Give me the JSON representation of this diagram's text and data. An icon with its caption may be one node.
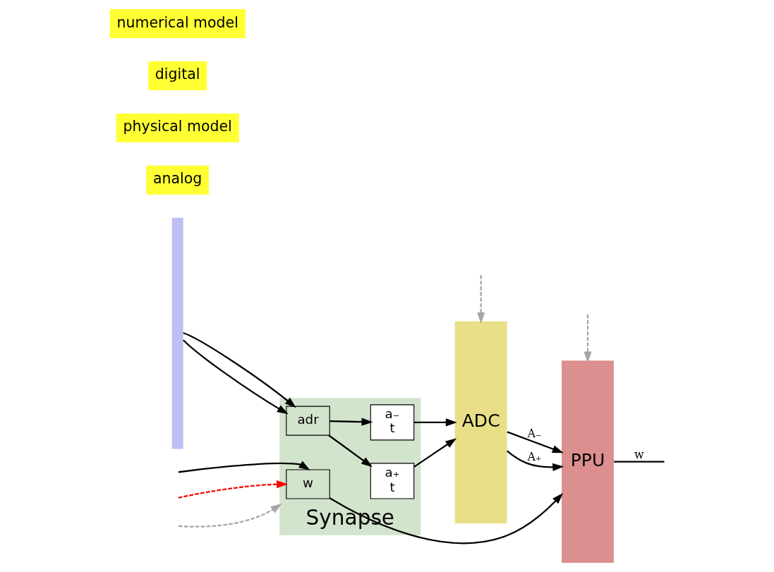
{
  "diagram": {
    "nodes": [
      {
        "text": [],
        "shape": "bar"
      },
      {
        "text": [
          "Synapse"
        ]
      },
      {
        "text": [
          "w"
        ],
        "in": 1
      },
      {
        "text": [
          "adr"
        ],
        "in": 1
      },
      {
        "text": [
          "a₊",
          "t"
        ],
        "in": 1
      },
      {
        "text": [
          "a₋",
          "t"
        ],
        "in": 1
      },
      {
        "text": [
          "ADC"
        ]
      },
      {
        "text": [
          "PPU"
        ]
      }
    ],
    "edges": [
      {
        "from": null,
        "to": 2,
        "arrow": "to"
      },
      {
        "from": 2,
        "to": 7,
        "arrow": "to"
      },
      {
        "from": 0,
        "to": 3,
        "arrow": "to"
      },
      {
        "from": 0,
        "to": 3,
        "arrow": "to"
      },
      {
        "from": null,
        "to": 2,
        "arrow": "to",
        "style": "dashed",
        "color": "#ff0000"
      },
      {
        "from": 3,
        "to": 4,
        "arrow": "to"
      },
      {
        "from": 3,
        "to": 5,
        "arrow": "to"
      },
      {
        "from": 4,
        "to": 6,
        "arrow": "to"
      },
      {
        "from": 5,
        "to": 6,
        "arrow": "to"
      },
      {
        "from": 6,
        "to": 7,
        "arrow": "to",
        "label": "A₊"
      },
      {
        "from": 6,
        "to": 7,
        "arrow": "to",
        "label": "A₋"
      },
      {
        "from": 7,
        "to": null,
        "arrow": "none",
        "label": "w"
      },
      {
        "from": null,
        "to": 7,
        "arrow": "to",
        "style": "dashed",
        "color": "#a6a6a6"
      },
      {
        "from": null,
        "to": 6,
        "arrow": "to",
        "style": "dashed",
        "color": "#a6a6a6"
      },
      {
        "from": null,
        "to": 1,
        "arrow": "to",
        "style": "dashed",
        "color": "#a6a6a6"
      }
    ],
    "labels": [
      "analog",
      "physical model",
      "digital",
      "numerical model"
    ]
  }
}
